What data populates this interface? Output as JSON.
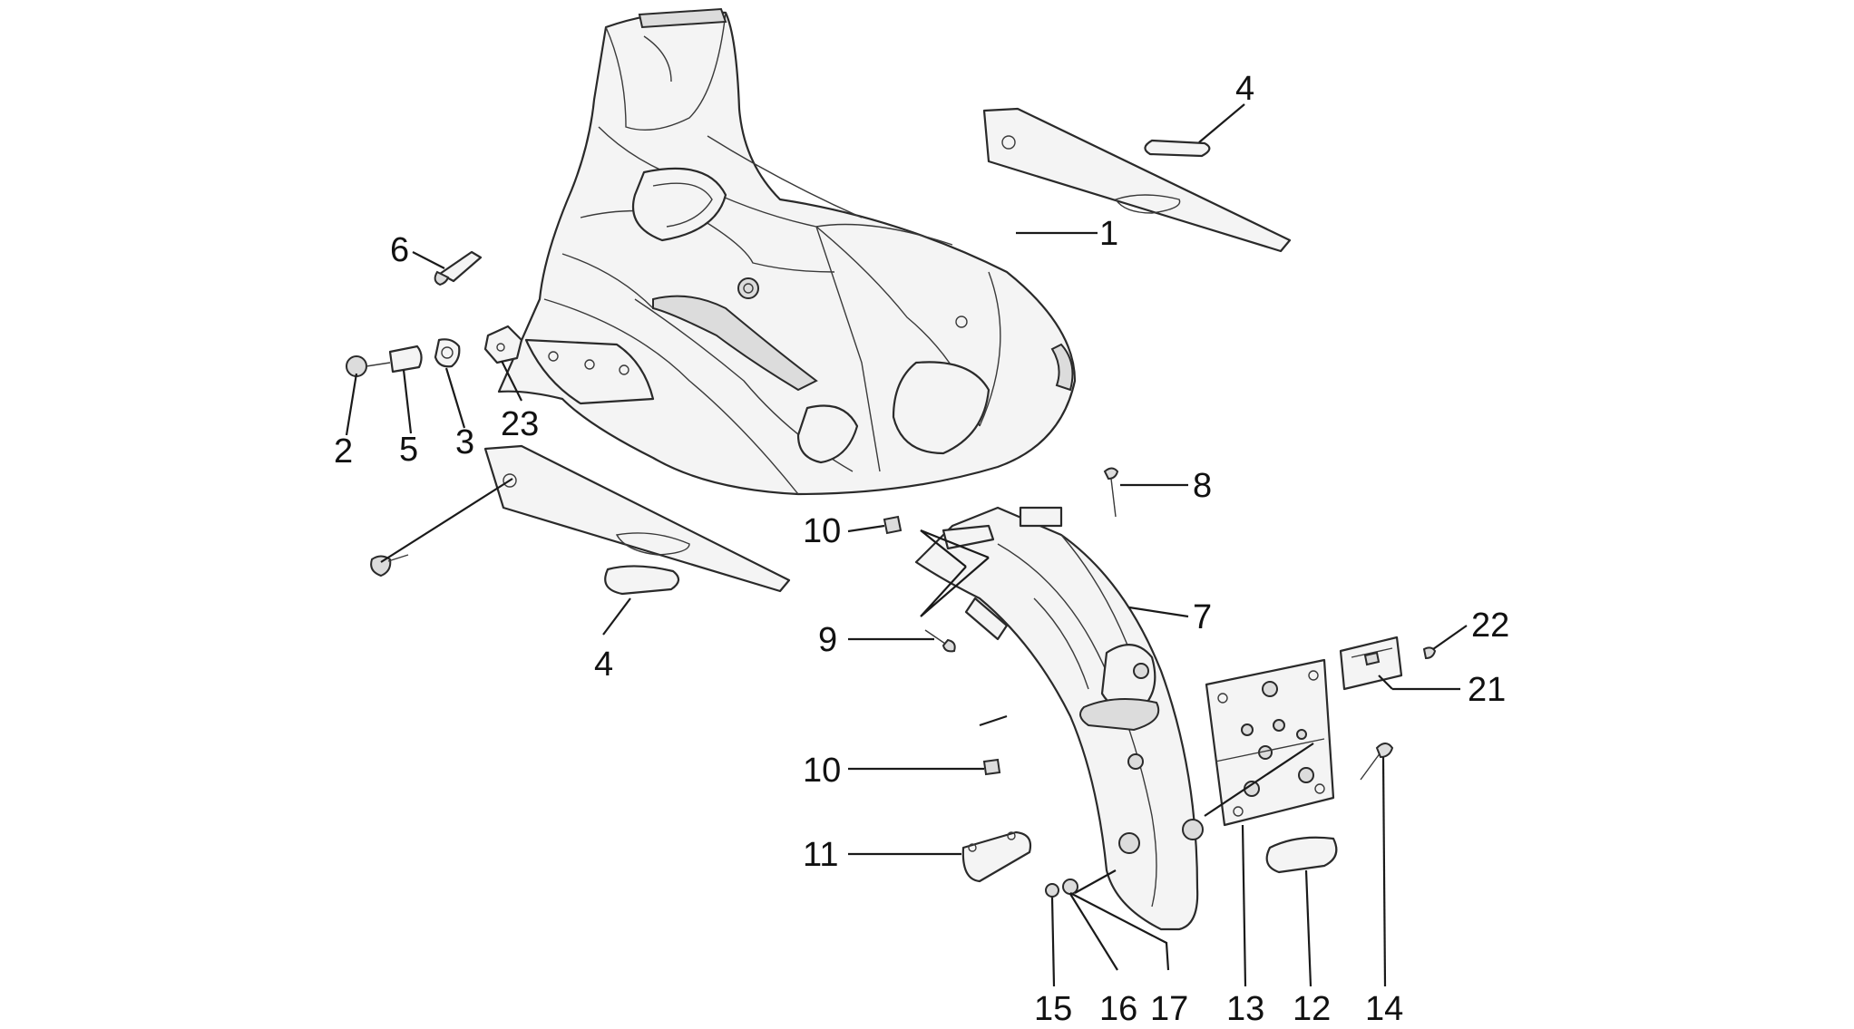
{
  "callouts": {
    "c1": "1",
    "c2": "2",
    "c3": "3",
    "c4a": "4",
    "c4b": "4",
    "c5": "5",
    "c6": "6",
    "c7": "7",
    "c8": "8",
    "c9": "9",
    "c10a": "10",
    "c10b": "10",
    "c11": "11",
    "c12": "12",
    "c13": "13",
    "c14": "14",
    "c15": "15",
    "c16": "16",
    "c17": "17",
    "c21": "21",
    "c22": "22",
    "c23": "23"
  }
}
